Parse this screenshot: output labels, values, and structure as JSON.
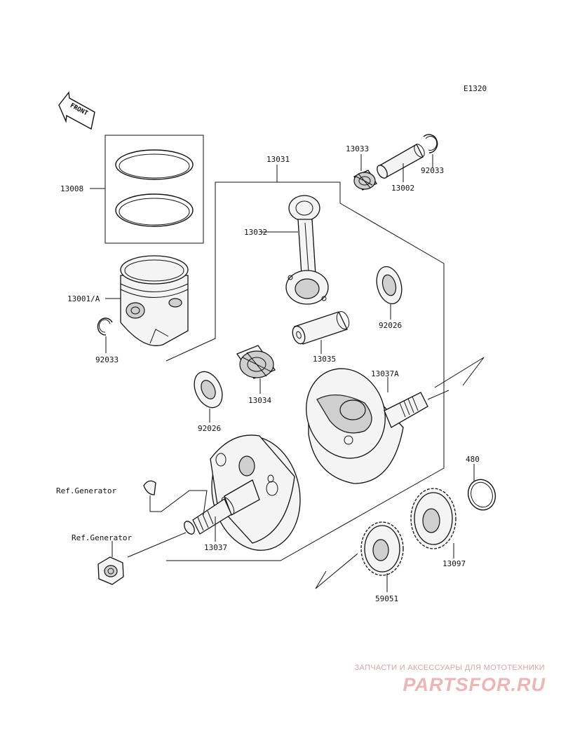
{
  "diagram_code": "E1320",
  "front_arrow_text": "FRONT",
  "callouts": {
    "piston_ring_set": "13008",
    "piston": "13001/A",
    "circlip_left": "92033",
    "crankshaft_assy": "13031",
    "bearing_small_end": "13033",
    "piston_pin": "13002",
    "circlip_right": "92033",
    "connecting_rod": "13032",
    "washer_right": "92026",
    "crank_pin": "13035",
    "bearing_big_end": "13034",
    "washer_left": "92026",
    "crankshaft_right": "13037A",
    "circlip_480": "480",
    "gear_13097": "13097",
    "gear_59051": "59051",
    "crankshaft_left": "13037",
    "ref_generator_key": "Ref.Generator",
    "ref_generator_nut": "Ref.Generator"
  },
  "watermark": {
    "tagline": "ЗАПЧАСТИ И АКСЕССУАРЫ ДЛЯ МОТОТЕХНИКИ",
    "brand": "PARTSFOR.RU"
  }
}
